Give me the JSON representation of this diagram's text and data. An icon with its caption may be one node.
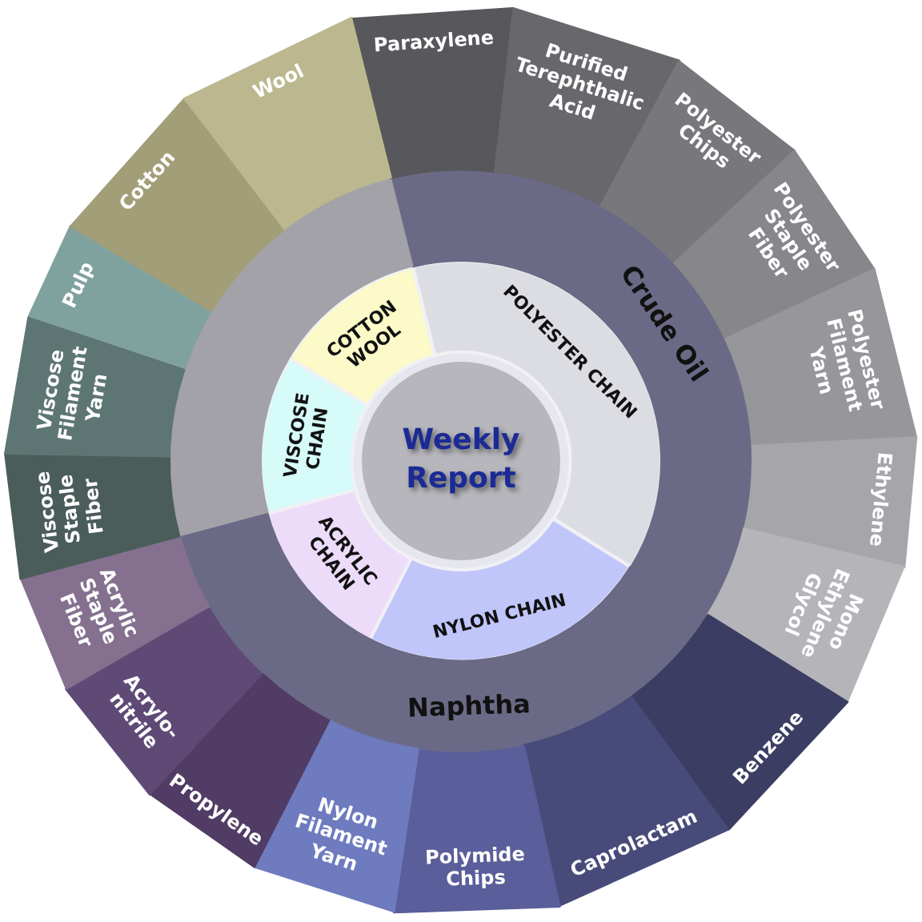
{
  "diagram": {
    "nodes": [
      {
        "text": [
          "Weekly Report"
        ]
      },
      {
        "text": [
          "POLYESTER CHAIN"
        ]
      },
      {
        "text": [
          "NYLON CHAIN"
        ]
      },
      {
        "text": [
          "ACRYLIC CHAIN"
        ]
      },
      {
        "text": [
          "VISCOSE CHAIN"
        ]
      },
      {
        "text": [
          "COTTON WOOL"
        ]
      },
      {
        "text": [
          "Crude Oil"
        ]
      },
      {
        "text": [
          "Naphtha"
        ]
      },
      {
        "text": [],
        "shape": "band"
      },
      {
        "text": [
          "Paraxylene"
        ]
      },
      {
        "text": [
          "Purified Terephthalic Acid"
        ]
      },
      {
        "text": [
          "Polyester Chips"
        ]
      },
      {
        "text": [
          "Polyester Staple Fiber"
        ]
      },
      {
        "text": [
          "Polyester Filament Yarn"
        ]
      },
      {
        "text": [
          "Ethylene"
        ]
      },
      {
        "text": [
          "Mono Ethylene Glycol"
        ]
      },
      {
        "text": [
          "Benzene"
        ]
      },
      {
        "text": [
          "Caprolactam"
        ]
      },
      {
        "text": [
          "Polymide Chips"
        ]
      },
      {
        "text": [
          "Nylon Filament Yarn"
        ]
      },
      {
        "text": [
          "Propylene"
        ]
      },
      {
        "text": [
          "Acrylo-nitrile"
        ]
      },
      {
        "text": [
          "Acrylic Staple Fiber"
        ]
      },
      {
        "text": [
          "Viscose Staple Fiber"
        ]
      },
      {
        "text": [
          "Viscose Filament Yarn"
        ]
      },
      {
        "text": [
          "Pulp"
        ]
      },
      {
        "text": [
          "Cotton"
        ]
      },
      {
        "text": [
          "Wool"
        ]
      }
    ]
  }
}
